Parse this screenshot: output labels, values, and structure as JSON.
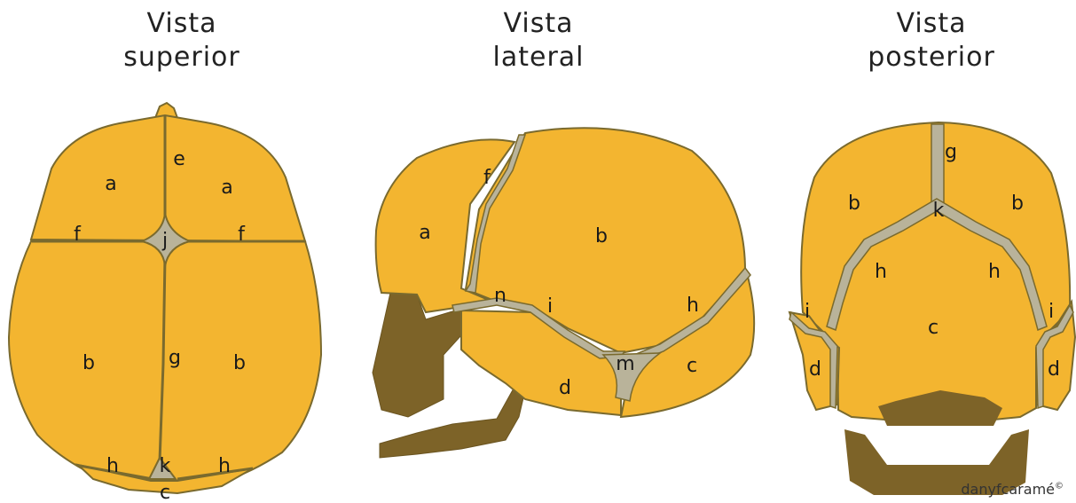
{
  "titles": {
    "superior": [
      "Vista",
      "superior"
    ],
    "lateral": [
      "Vista",
      "lateral"
    ],
    "posterior": [
      "Vista",
      "posterior"
    ]
  },
  "labels": {
    "superior": {
      "a1": "a",
      "a2": "a",
      "e": "e",
      "f1": "f",
      "f2": "f",
      "j": "j",
      "b1": "b",
      "b2": "b",
      "g": "g",
      "h1": "h",
      "h2": "h",
      "k": "k",
      "c": "c"
    },
    "lateral": {
      "a": "a",
      "f": "f",
      "b": "b",
      "n": "n",
      "i": "i",
      "h": "h",
      "m": "m",
      "c": "c",
      "d": "d"
    },
    "posterior": {
      "g": "g",
      "b1": "b",
      "b2": "b",
      "k": "k",
      "h1": "h",
      "h2": "h",
      "i1": "i",
      "i2": "i",
      "c": "c",
      "d1": "d",
      "d2": "d"
    }
  },
  "watermark": "danyfcaramé",
  "watermark_mark": "©",
  "colors": {
    "bone": "#F3B530",
    "suture": "#B9B39A",
    "outline": "#7A6A2E",
    "face": "#7D6328"
  }
}
